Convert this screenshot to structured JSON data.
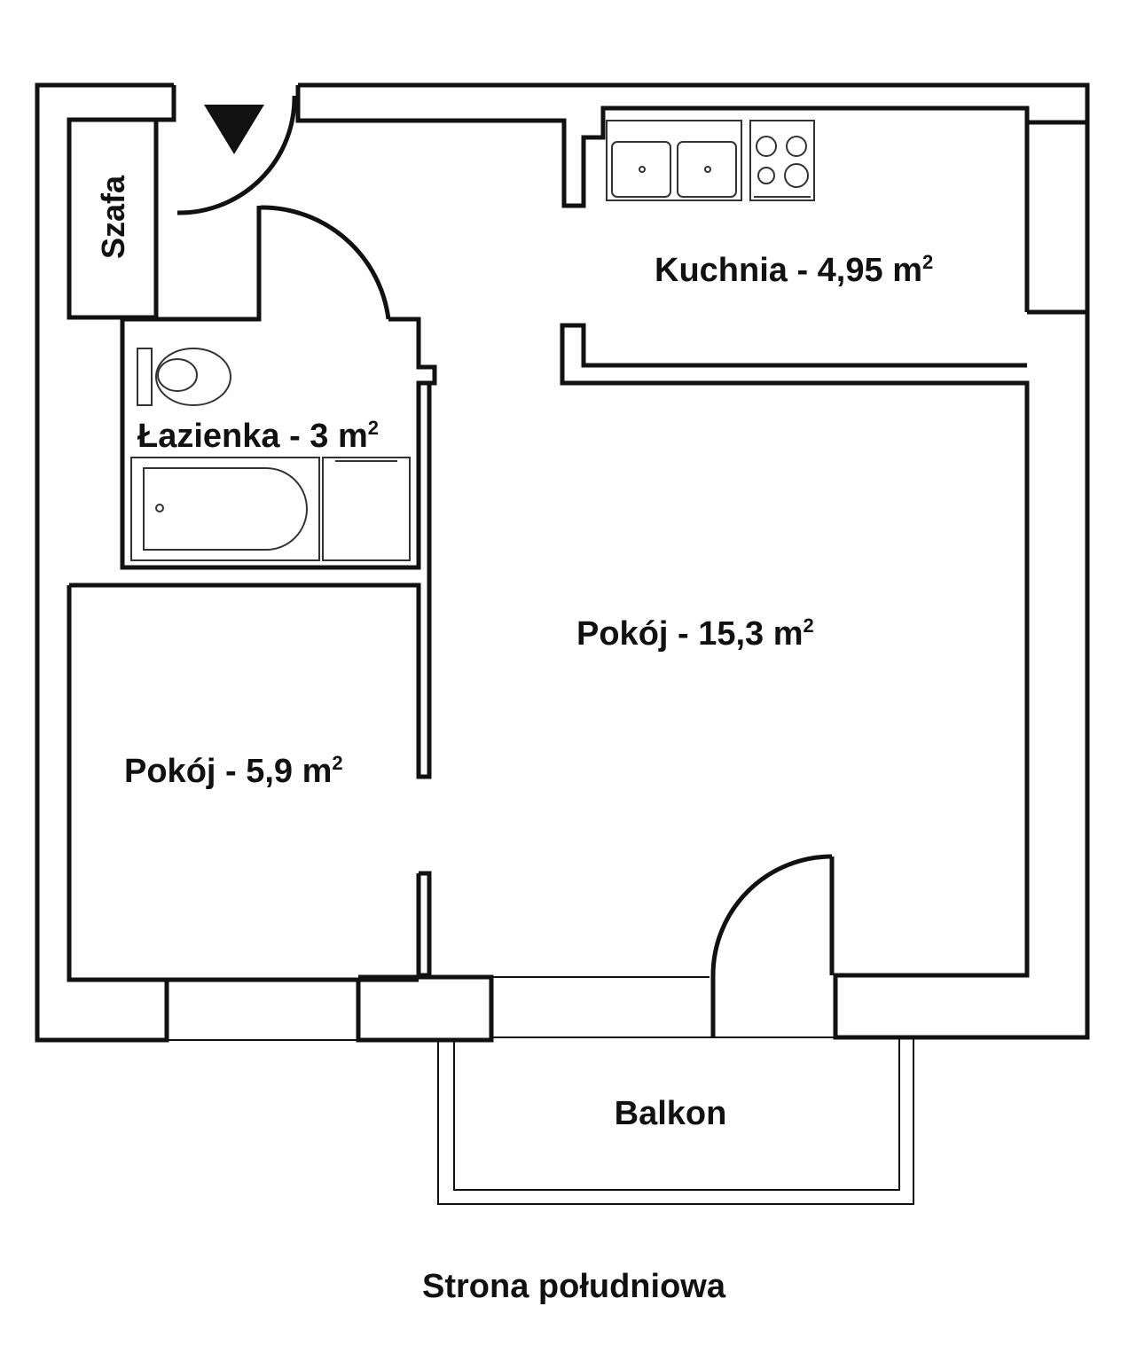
{
  "rooms": {
    "wardrobe": "Szafa",
    "kitchen": {
      "name": "Kuchnia - 4,95 m",
      "sup": "2"
    },
    "bathroom": {
      "name": "Łazienka - 3 m",
      "sup": "2"
    },
    "living_room": {
      "name": "Pokój - 15,3 m",
      "sup": "2"
    },
    "bedroom": {
      "name": "Pokój - 5,9 m",
      "sup": "2"
    },
    "balcony": "Balkon"
  },
  "orientation_caption": "Strona południowa",
  "colors": {
    "wall": "#111111",
    "background": "#ffffff"
  }
}
